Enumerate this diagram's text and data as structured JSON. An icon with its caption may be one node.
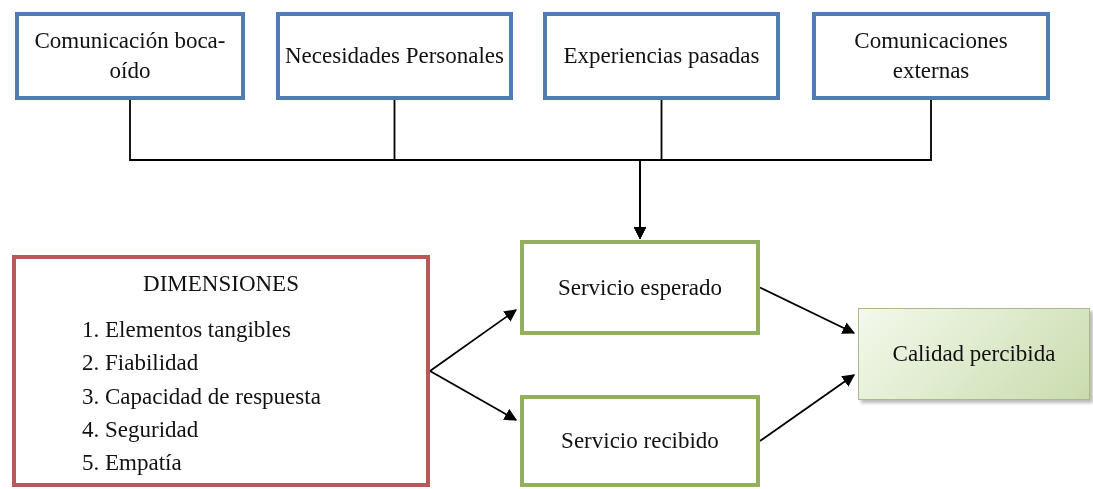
{
  "diagram": {
    "nodes": [
      {
        "text": [
          "Comunicación boca-oído"
        ]
      },
      {
        "text": [
          "Necesidades Personales"
        ]
      },
      {
        "text": [
          "Experiencias pasadas"
        ]
      },
      {
        "text": [
          "Comunicaciones externas"
        ]
      },
      {
        "text": [
          "DIMENSIONES",
          "1. Elementos tangibles",
          "2. Fiabilidad",
          "3. Capacidad de respuesta",
          "4. Seguridad",
          "5. Empatía"
        ]
      },
      {
        "text": [
          "Servicio esperado"
        ]
      },
      {
        "text": [
          "Servicio recibido"
        ]
      },
      {
        "text": [
          "Calidad percibida"
        ]
      }
    ],
    "edges": [
      {
        "from": 0,
        "to": 5,
        "arrow": "to"
      },
      {
        "from": 1,
        "to": 5,
        "arrow": "to"
      },
      {
        "from": 2,
        "to": 5,
        "arrow": "to"
      },
      {
        "from": 3,
        "to": 5,
        "arrow": "to"
      },
      {
        "from": 4,
        "to": 5,
        "arrow": "to"
      },
      {
        "from": 4,
        "to": 6,
        "arrow": "to"
      },
      {
        "from": 5,
        "to": 7,
        "arrow": "to"
      },
      {
        "from": 6,
        "to": 7,
        "arrow": "to"
      }
    ]
  }
}
